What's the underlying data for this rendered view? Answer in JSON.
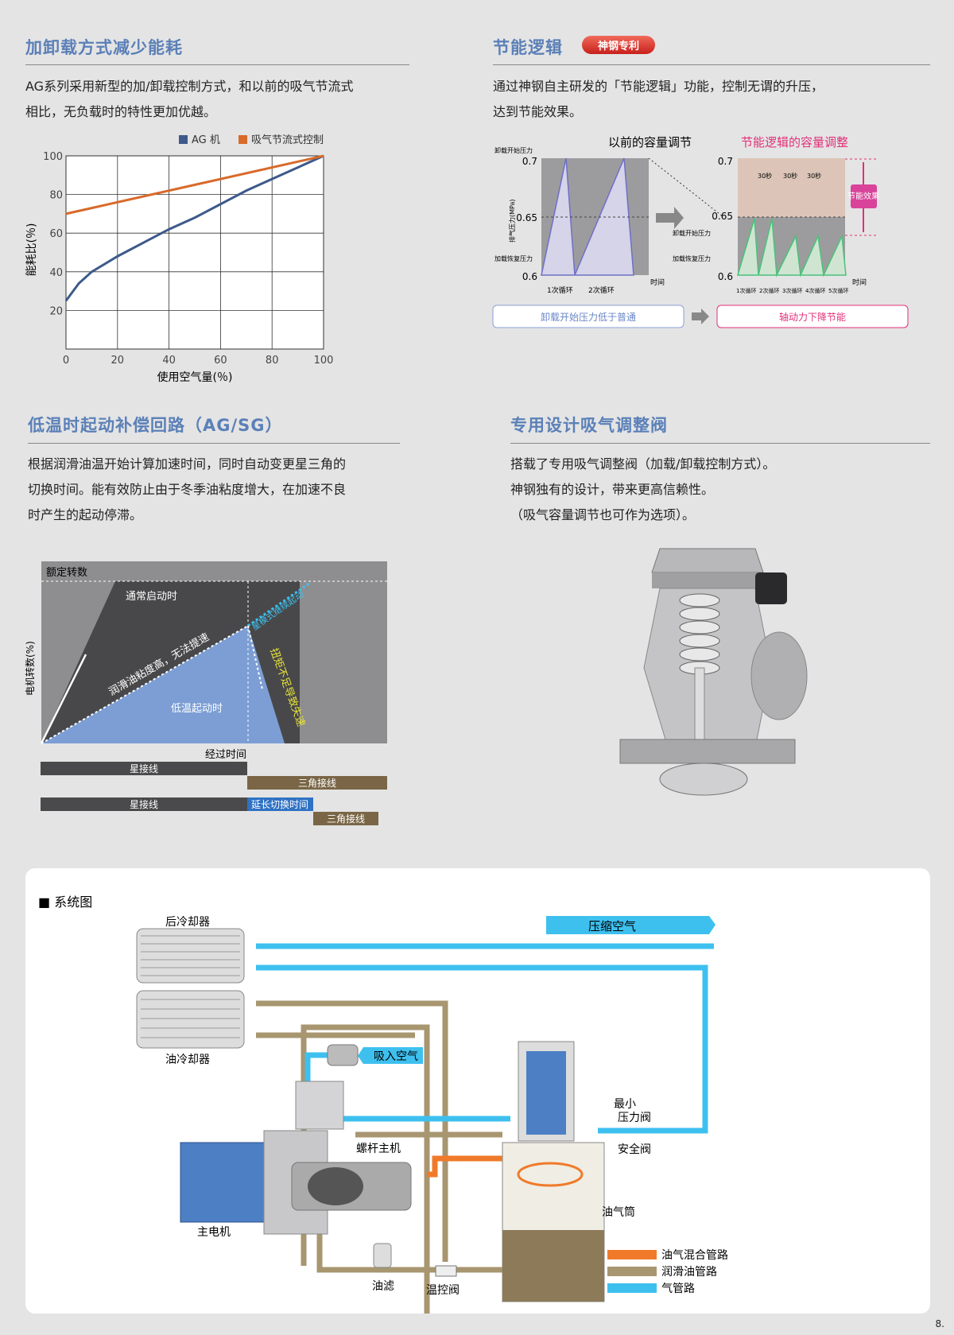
{
  "left1": {
    "title": "加卸载方式减少能耗",
    "para": [
      "AG系列采用新型的加/卸载控制方式，和以前的吸气节流式",
      "相比，无负载时的特性更加优越。"
    ]
  },
  "right1": {
    "title": "节能逻辑",
    "badge": "神钢专利",
    "para": [
      "通过神钢自主研发的「节能逻辑」功能，控制无谓的升压，",
      "达到节能效果。"
    ]
  },
  "chart_data": {
    "type": "line",
    "title": "",
    "xlabel": "使用空气量(％)",
    "ylabel": "能耗比(％)",
    "xlim": [
      0,
      100
    ],
    "ylim": [
      0,
      100
    ],
    "xticks": [
      "0",
      "20",
      "40",
      "60",
      "80",
      "100"
    ],
    "yticks": [
      "20",
      "40",
      "60",
      "80",
      "100"
    ],
    "grid": true,
    "legend": "top-right",
    "series": [
      {
        "name": "AG 机",
        "color": "#3d5a8a",
        "x": [
          0,
          5,
          10,
          20,
          30,
          40,
          50,
          60,
          70,
          80,
          90,
          100
        ],
        "y": [
          25,
          34,
          40,
          48,
          55,
          62,
          68,
          75,
          82,
          88,
          94,
          100
        ]
      },
      {
        "name": "吸气节流式控制",
        "color": "#d86a2a",
        "x": [
          0,
          100
        ],
        "y": [
          70,
          100
        ]
      }
    ]
  },
  "logic": {
    "left_title": "以前的容量调节",
    "right_title": "节能逻辑的容量调整",
    "y_axis": "排气压力(MPa)",
    "unload": "卸载开始压力",
    "load": "加载恢复压力",
    "v07": "0.7",
    "v065": "0.65",
    "v06": "0.6",
    "time": "时间",
    "cycles_old": [
      "1次循环",
      "2次循环"
    ],
    "cycles_new": [
      "1次循环",
      "2次循环",
      "3次循环",
      "4次循环",
      "5次循环"
    ],
    "sec": "30秒",
    "effect": "节能效果",
    "box_left": "卸载开始压力低于普通",
    "box_right": "轴动力下降节能"
  },
  "left2": {
    "title": "低温时起动补偿回路（AG/SG）",
    "para": [
      "根据润滑油温开始计算加速时间，同时自动变更星三角的",
      "切换时间。能有效防止由于冬季油粘度增大，在加速不良",
      "时产生的起动停滞。"
    ]
  },
  "right2": {
    "title": "专用设计吸气调整阀",
    "para": [
      "搭载了专用吸气调整阀（加载/卸载控制方式）。",
      "神钢独有的设计，带来更高信赖性。",
      "（吸气容量调节也可作为选项）。"
    ]
  },
  "startup": {
    "rated": "额定转数",
    "normal": "通常启动时",
    "viscous": "润滑油粘度高，无法提速",
    "low": "低温起动时",
    "star_cont": "星模式继续起动",
    "torque": "扭矩不足导致失速",
    "ylabel": "电机转数(%)",
    "xlabel": "经过时间",
    "star": "星接线",
    "delta": "三角接线",
    "extend": "延长切换时间"
  },
  "system": {
    "title": "■ 系统图",
    "aftercooler": "后冷却器",
    "oilcooler": "油冷却器",
    "compressed_air": "压缩空气",
    "intake": "吸入空气",
    "min_valve": "最小\n压力阀",
    "safety": "安全阀",
    "airend": "螺杆主机",
    "motor": "主电机",
    "separator": "油气筒",
    "oil_filter": "油滤",
    "thermo": "温控阀",
    "legend": [
      {
        "label": "油气混合管路",
        "color": "#f07a2a"
      },
      {
        "label": "润滑油管路",
        "color": "#a89670"
      },
      {
        "label": "气管路",
        "color": "#3ec0ef"
      }
    ]
  },
  "page_number": "8."
}
